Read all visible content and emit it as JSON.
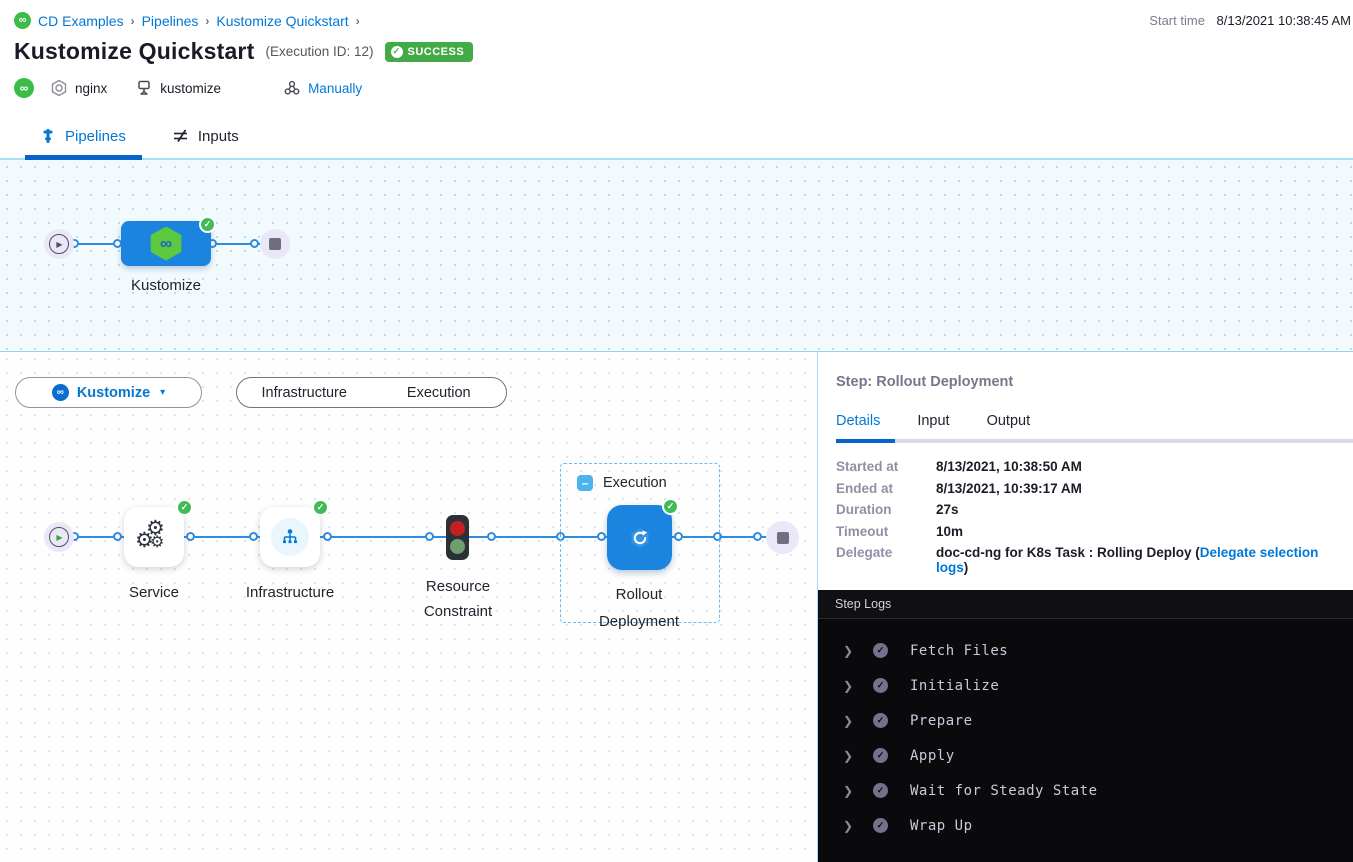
{
  "header": {
    "breadcrumb": {
      "items": [
        "CD Examples",
        "Pipelines",
        "Kustomize Quickstart"
      ],
      "separator": "›"
    },
    "start_time_label": "Start time",
    "start_time_value": "8/13/2021 10:38:45 AM",
    "title": "Kustomize Quickstart",
    "execution_id": "(Execution ID: 12)",
    "status_badge": "SUCCESS",
    "meta": {
      "service": "nginx",
      "environment": "kustomize",
      "trigger": "Manually"
    }
  },
  "tabs": {
    "pipelines": "Pipelines",
    "inputs": "Inputs"
  },
  "pipeline_graph": {
    "stage_label": "Kustomize"
  },
  "stage_toolbar": {
    "stage_selector_label": "Kustomize",
    "toggle_options": [
      "Infrastructure",
      "Execution"
    ]
  },
  "execution_graph": {
    "group_label": "Execution",
    "nodes": [
      "Service",
      "Infrastructure",
      "Resource Constraint",
      "Rollout Deployment"
    ],
    "node_labels": {
      "service": "Service",
      "infrastructure": "Infrastructure",
      "resource_constraint_line1": "Resource",
      "resource_constraint_line2": "Constraint",
      "rollout_line1": "Rollout",
      "rollout_line2": "Deployment"
    }
  },
  "step_panel": {
    "title": "Step: Rollout Deployment",
    "tabs": [
      "Details",
      "Input",
      "Output"
    ],
    "active_tab": "Details",
    "details": [
      {
        "label": "Started at",
        "value": "8/13/2021, 10:38:50 AM"
      },
      {
        "label": "Ended at",
        "value": "8/13/2021, 10:39:17 AM"
      },
      {
        "label": "Duration",
        "value": "27s"
      },
      {
        "label": "Timeout",
        "value": "10m"
      },
      {
        "label": "Delegate",
        "value": "doc-cd-ng for K8s Task : Rolling Deploy (",
        "link": "Delegate selection logs",
        "suffix": ")"
      }
    ]
  },
  "step_logs": {
    "title": "Step Logs",
    "entries": [
      "Fetch Files",
      "Initialize",
      "Prepare",
      "Apply",
      "Wait for Steady State",
      "Wrap Up"
    ]
  },
  "glyphs": {
    "infinity": "∞",
    "check": "✓",
    "caret": "▾",
    "chevron": "❯",
    "minus": "–",
    "play": "▶",
    "gear": "⚙",
    "refresh": "↻"
  },
  "colors": {
    "accent_blue": "#0278d5",
    "active_bar": "#0565c8",
    "node_blue": "#1b84df",
    "success_green": "#42ba57",
    "badge_green": "#42ab45",
    "harness_green": "#3dbc4a",
    "logs_bg": "#0a0a0d",
    "canvas_blue": "#f2fafd"
  }
}
